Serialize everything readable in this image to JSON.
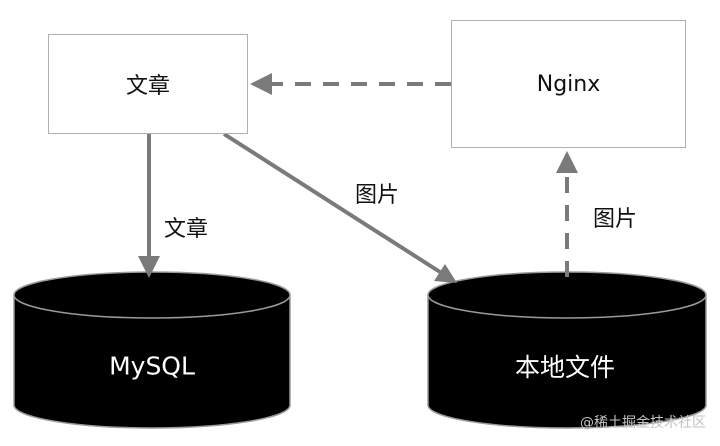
{
  "nodes": {
    "article": {
      "label": "文章"
    },
    "nginx": {
      "label": "Nginx"
    },
    "mysql": {
      "label": "MySQL"
    },
    "local_files": {
      "label": "本地文件"
    }
  },
  "edges": [
    {
      "from": "article",
      "to": "mysql",
      "label": "文章",
      "style": "solid"
    },
    {
      "from": "article",
      "to": "local_files",
      "label": "图片",
      "style": "solid"
    },
    {
      "from": "local_files",
      "to": "nginx",
      "label": "图片",
      "style": "dashed"
    },
    {
      "from": "nginx",
      "to": "article",
      "label": "",
      "style": "dashed"
    }
  ],
  "colors": {
    "arrow": "#7a7a7a",
    "box_border": "#b0b0b0",
    "cylinder_fill": "#000000",
    "cylinder_stroke": "#9a9a9a",
    "text": "#111111",
    "cylinder_text": "#ffffff"
  },
  "watermark": "@稀土掘金技术社区"
}
